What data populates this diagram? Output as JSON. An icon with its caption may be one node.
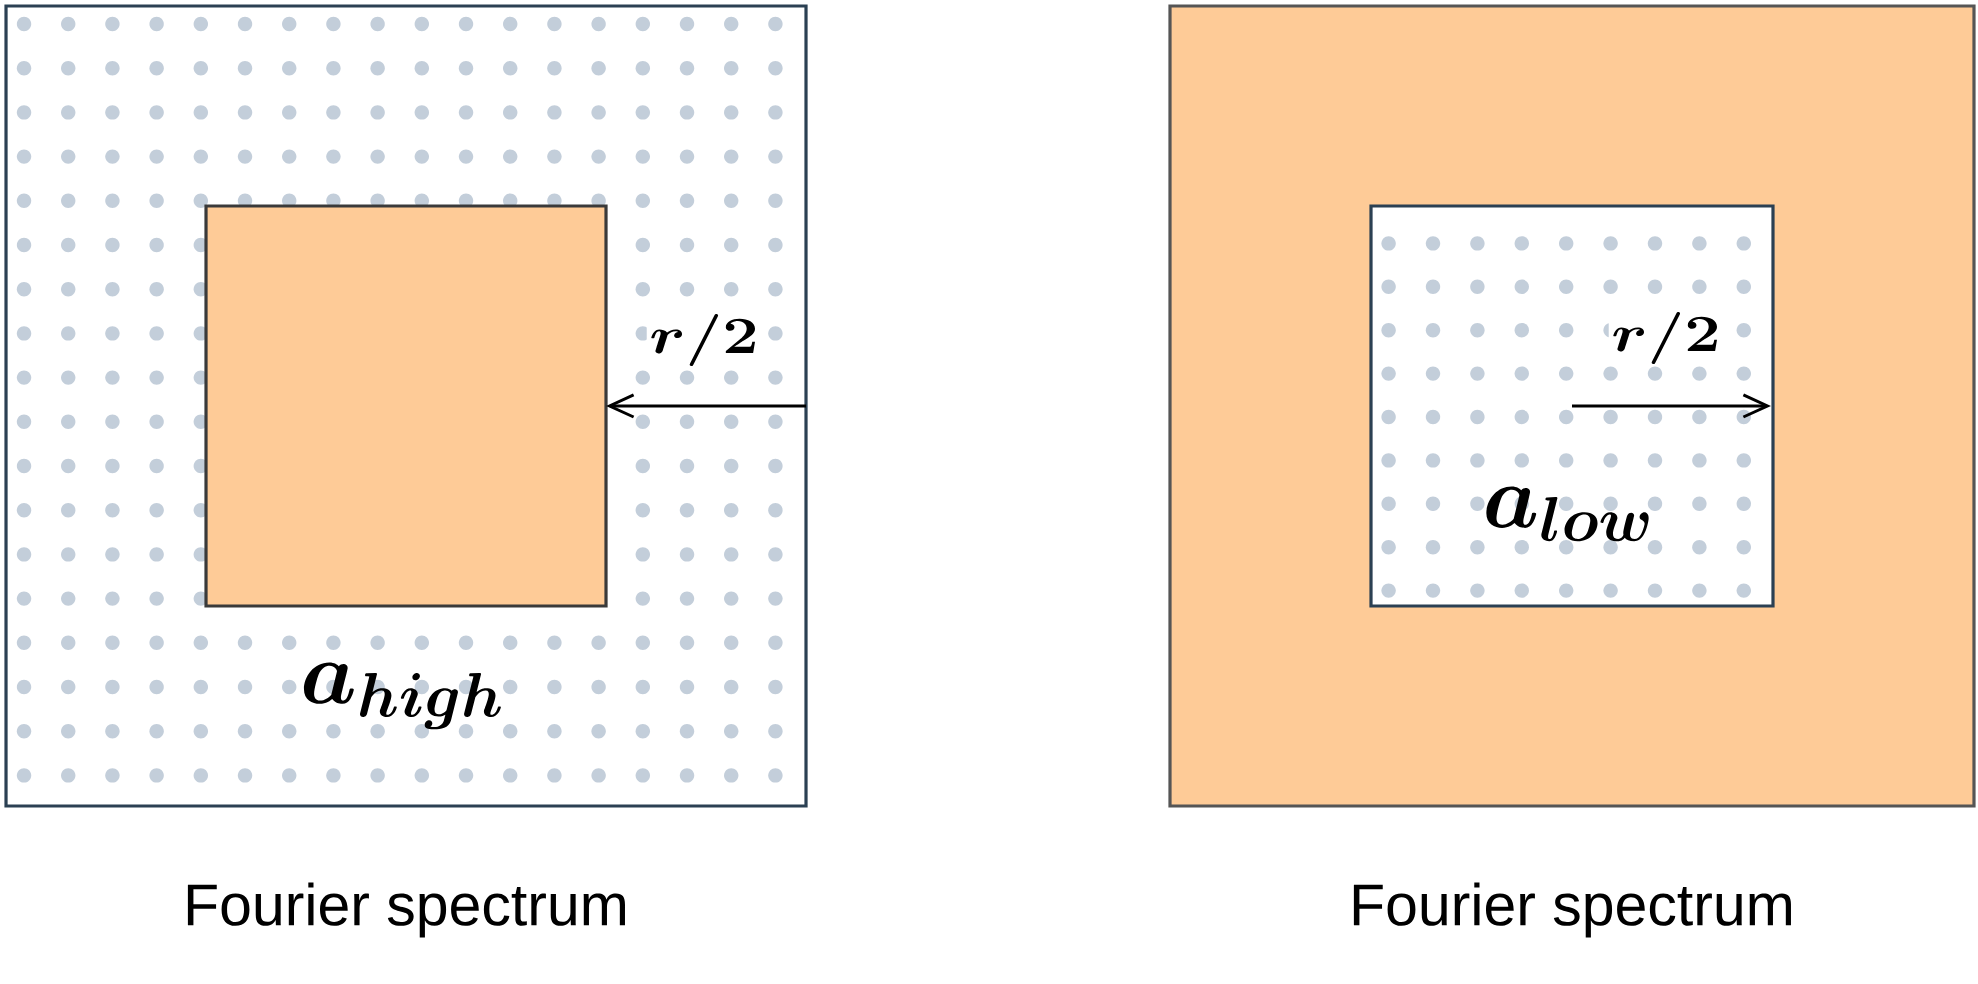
{
  "diagram": {
    "nodes": [
      {
        "text": [
          "a_{high}"
        ]
      },
      {
        "text": [],
        "shape": "box",
        "in": 0
      },
      {
        "text": [],
        "shape": "box"
      },
      {
        "text": [
          "a_{low}"
        ],
        "in": 2
      }
    ],
    "edges": [
      {
        "from": 0,
        "to": 1,
        "arrow": "to",
        "label": "r/2"
      },
      {
        "from": 3,
        "to": null,
        "arrow": "to",
        "label": "r/2"
      }
    ],
    "labels": [
      "Fourier spectrum",
      "Fourier spectrum"
    ]
  }
}
